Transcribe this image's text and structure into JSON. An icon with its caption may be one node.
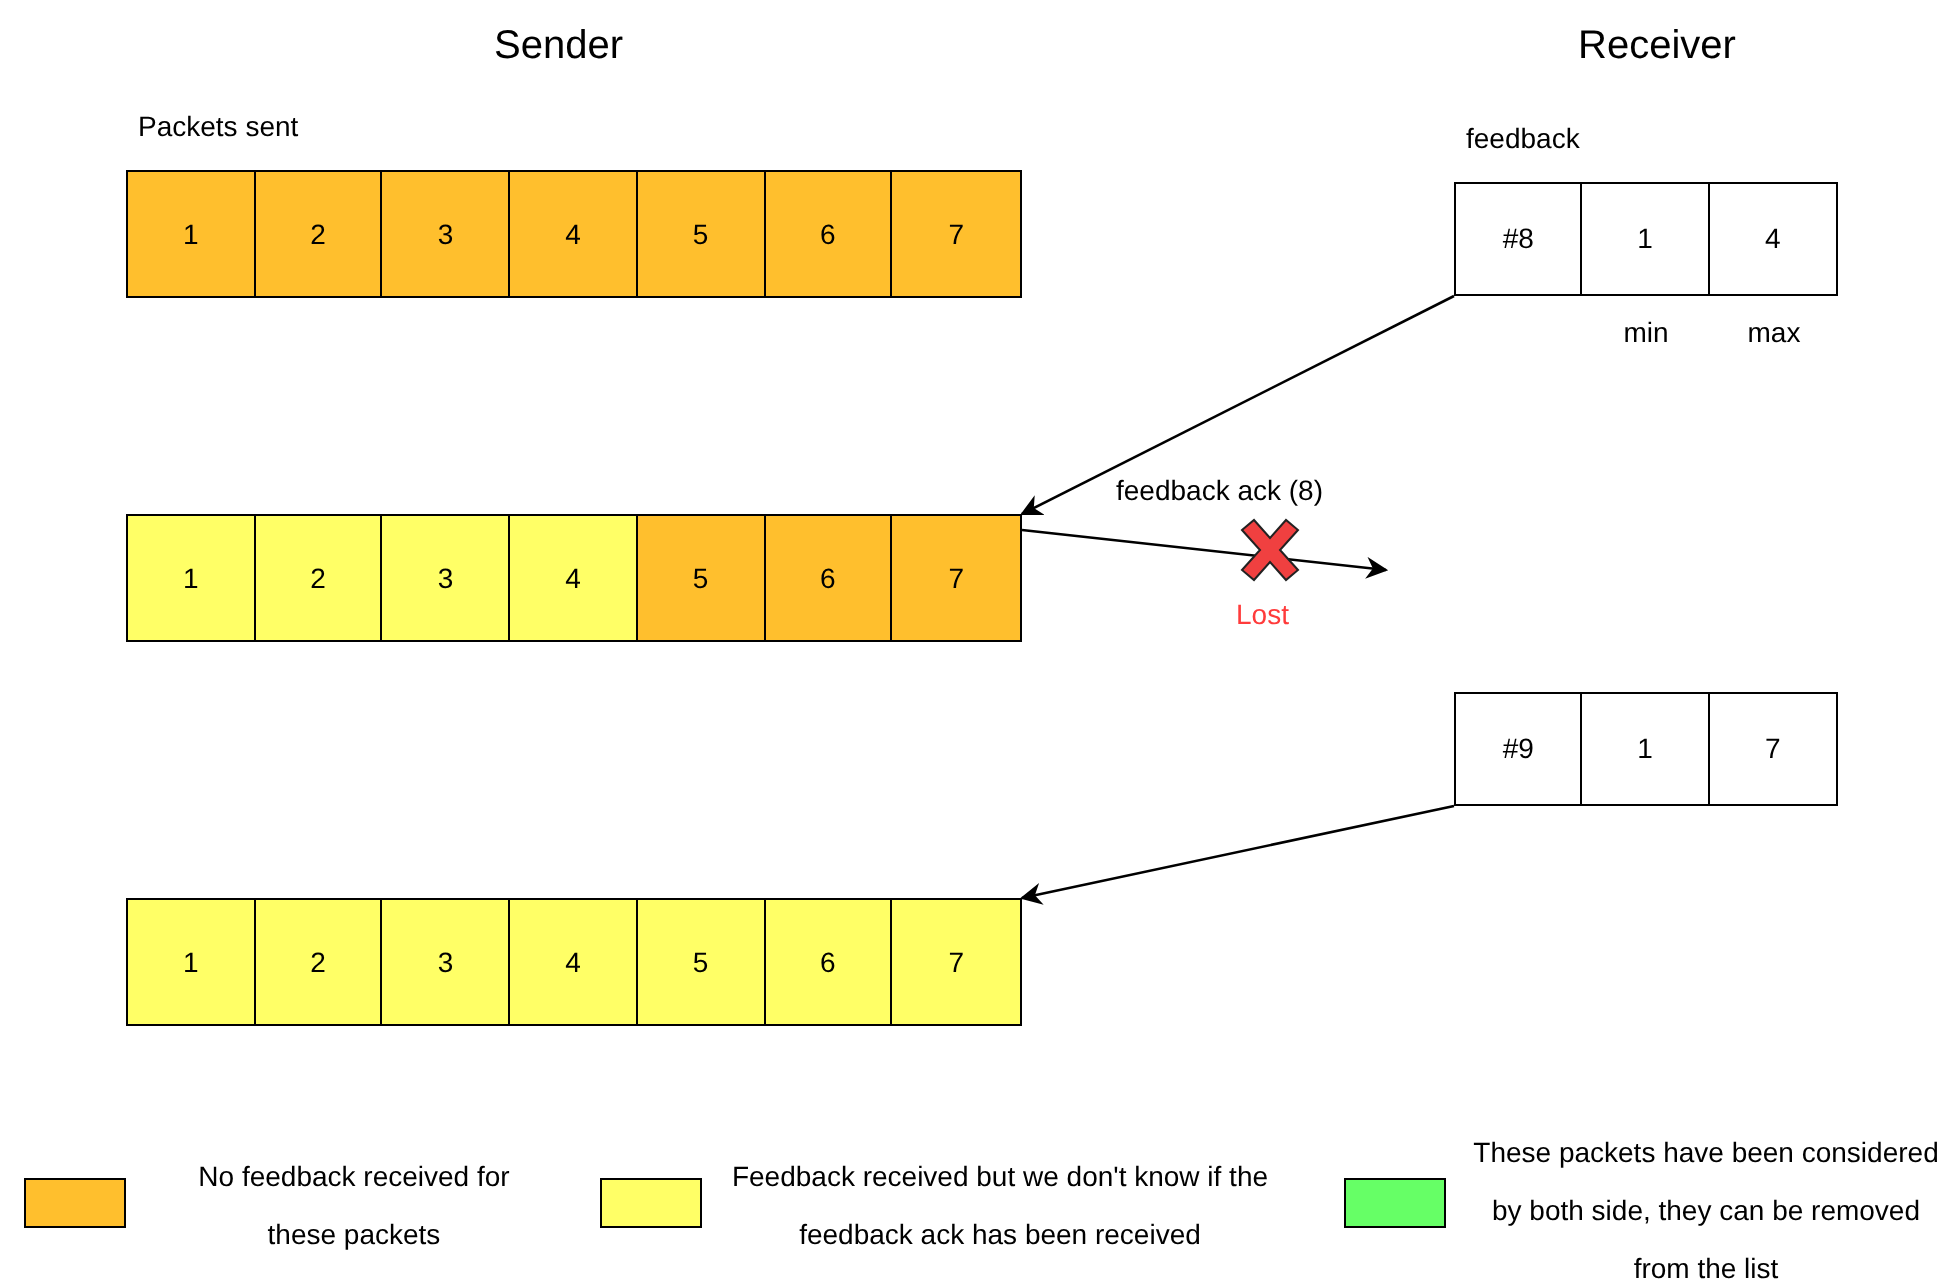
{
  "diagram": {
    "nodes": [
      {
        "text": [
          "Packets sent"
        ]
      },
      {
        "text": [
          "1"
        ],
        "in": 0
      },
      {
        "text": [
          "2"
        ],
        "in": 0
      },
      {
        "text": [
          "3"
        ],
        "in": 0
      },
      {
        "text": [
          "4"
        ],
        "in": 0
      },
      {
        "text": [
          "5"
        ],
        "in": 0
      },
      {
        "text": [
          "6"
        ],
        "in": 0
      },
      {
        "text": [
          "7"
        ],
        "in": 0
      },
      {
        "text": [
          "feedback"
        ]
      },
      {
        "text": [
          "#8"
        ],
        "in": 8
      },
      {
        "text": [
          "1"
        ],
        "in": 8,
        "beside": [
          "min"
        ]
      },
      {
        "text": [
          "4"
        ],
        "in": 8,
        "beside": [
          "max"
        ]
      },
      {
        "text": [],
        "shape": "box"
      },
      {
        "text": [
          "1"
        ],
        "in": 12
      },
      {
        "text": [
          "2"
        ],
        "in": 12
      },
      {
        "text": [
          "3"
        ],
        "in": 12
      },
      {
        "text": [
          "4"
        ],
        "in": 12
      },
      {
        "text": [
          "5"
        ],
        "in": 12
      },
      {
        "text": [
          "6"
        ],
        "in": 12
      },
      {
        "text": [
          "7"
        ],
        "in": 12
      },
      {
        "text": [],
        "shape": "box"
      },
      {
        "text": [
          "#9"
        ],
        "in": 20
      },
      {
        "text": [
          "1"
        ],
        "in": 20
      },
      {
        "text": [
          "7"
        ],
        "in": 20
      },
      {
        "text": [],
        "shape": "box"
      },
      {
        "text": [
          "1"
        ],
        "in": 24
      },
      {
        "text": [
          "2"
        ],
        "in": 24
      },
      {
        "text": [
          "3"
        ],
        "in": 24
      },
      {
        "text": [
          "4"
        ],
        "in": 24
      },
      {
        "text": [
          "5"
        ],
        "in": 24
      },
      {
        "text": [
          "6"
        ],
        "in": 24
      },
      {
        "text": [
          "7"
        ],
        "in": 24
      }
    ],
    "edges": [
      {
        "from": 8,
        "to": 12,
        "arrow": "to"
      },
      {
        "from": 12,
        "to": null,
        "arrow": "to",
        "label": "feedback ack (8)"
      },
      {
        "from": 20,
        "to": 24,
        "arrow": "to"
      }
    ],
    "labels": [
      "Sender",
      "Receiver",
      "Lost"
    ],
    "legend": [
      {
        "text": "No feedback received for these packets",
        "color": "#ffbf2d"
      },
      {
        "text": "Feedback received but we don't know if the feedback ack has been received",
        "color": "#ffff66"
      },
      {
        "text": "These packets have been considered by both side, they can be removed from the list",
        "color": "#66ff66"
      }
    ]
  }
}
